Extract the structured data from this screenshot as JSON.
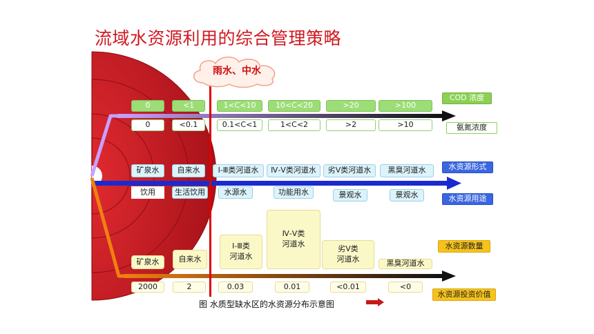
{
  "title": "流域水资源利用的综合管理策略",
  "cloud_label": "雨水、中水",
  "row1": {
    "cod_values": [
      "0",
      "<1",
      "1<C<10",
      "10<C<20",
      ">20",
      ">100"
    ],
    "ammonia_values": [
      "0",
      "<0.1",
      "0.1<C<1",
      "1<C<2",
      ">2",
      ">10"
    ],
    "label_cod": "COD 浓度",
    "label_ammonia": "氨氮浓度"
  },
  "row2": {
    "forms": [
      "矿泉水",
      "自来水",
      "Ⅰ-Ⅲ类河道水",
      "Ⅳ-Ⅴ类河道水",
      "劣Ⅴ类河道水",
      "黑臭河道水"
    ],
    "uses": [
      "饮用",
      "生活饮用",
      "水源水",
      "功能用水",
      "景观水",
      "景观水"
    ],
    "label_form": "水资源形式",
    "label_use": "水资源用途"
  },
  "row3": {
    "quantities": [
      "矿泉水",
      "自来水",
      "Ⅰ-Ⅲ类\n河道水",
      "Ⅳ-Ⅴ类\n河道水",
      "劣Ⅴ类\n河道水",
      "黑臭河道水"
    ],
    "values": [
      "2000",
      "2",
      "0.03",
      "0.01",
      "<0.01",
      "<0"
    ],
    "label_quantity": "水资源数量",
    "label_value": "水资源投资价值"
  },
  "caption": "图  水质型缺水区的水资源分布示意图",
  "colors": {
    "title": "#d01820",
    "cloud_text": "#d01010",
    "disk": "#c51820",
    "red_line": "#e00000",
    "arrow_purple": "#a070e0",
    "arrow_blue": "#1a2ad0",
    "arrow_orange": "#e07010",
    "label_green": "#8cd055",
    "label_blue": "#3a66e0",
    "label_yellow": "#f6c21c"
  }
}
